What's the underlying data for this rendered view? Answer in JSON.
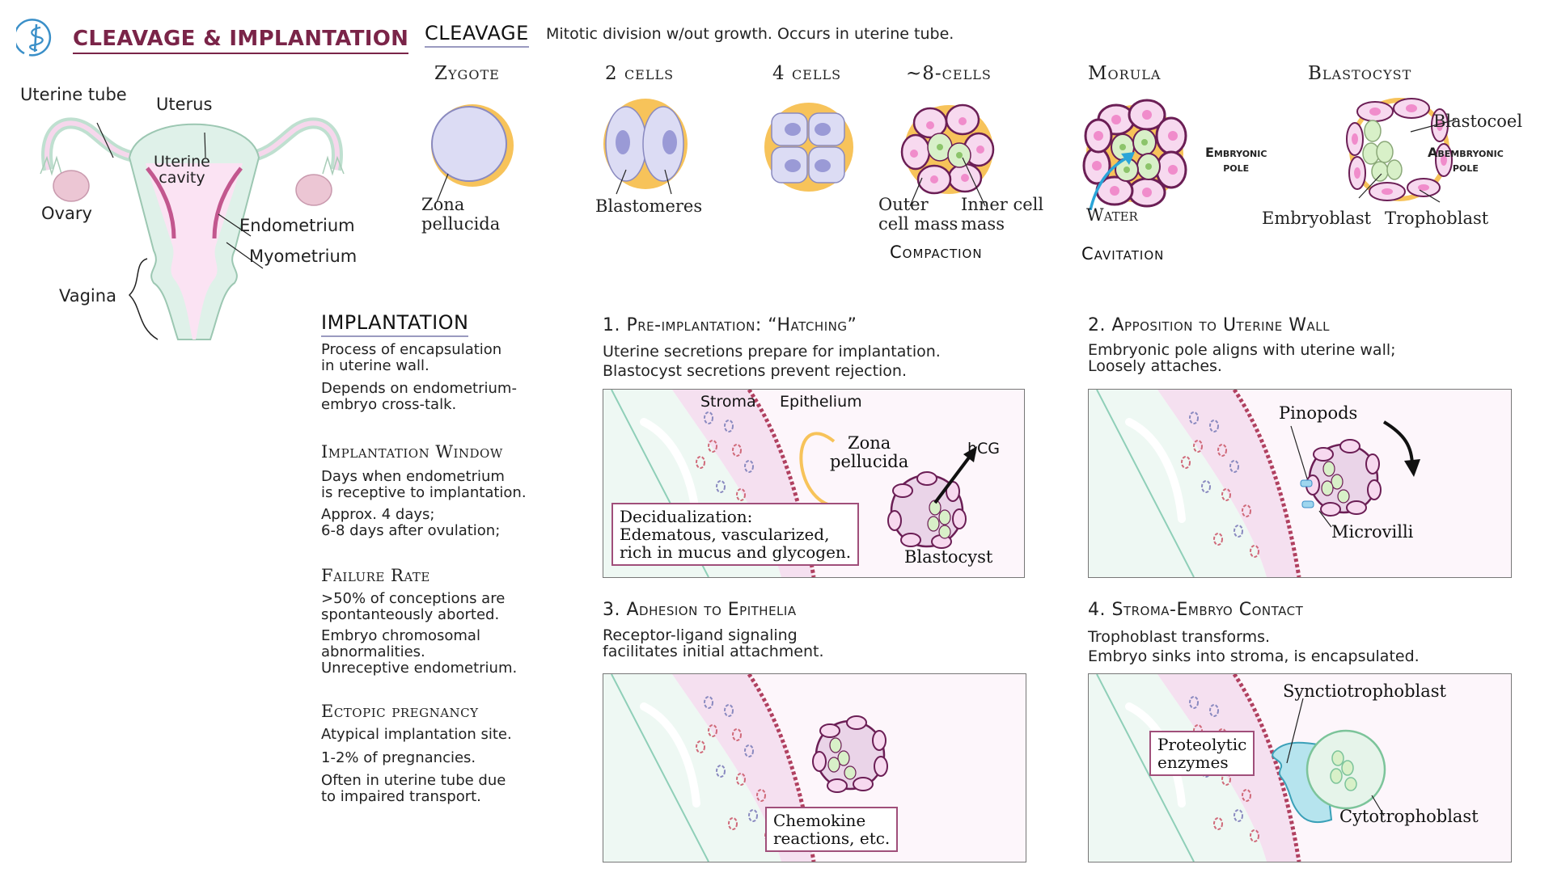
{
  "header": {
    "logo_icon": "caduceus-icon",
    "title": "CLEAVAGE & IMPLANTATION"
  },
  "anatomy": {
    "labels": {
      "uterine_tube": "Uterine tube",
      "uterus": "Uterus",
      "uterine_cavity": "Uterine\ncavity",
      "ovary": "Ovary",
      "endometrium": "Endometrium",
      "myometrium": "Myometrium",
      "vagina": "Vagina"
    }
  },
  "cleavage": {
    "heading": "CLEAVAGE",
    "description": "Mitotic division w/out growth. Occurs in uterine tube.",
    "stages": [
      {
        "name": "Zygote",
        "labels": [
          "Zona\npellucida"
        ]
      },
      {
        "name": "2 cells",
        "labels": [
          "Blastomeres"
        ]
      },
      {
        "name": "4 cells",
        "labels": []
      },
      {
        "name": "~8-cells",
        "labels": [
          "Outer\ncell mass",
          "Inner cell\nmass"
        ],
        "process": "Compaction"
      },
      {
        "name": "Morula",
        "labels": [
          "Water"
        ],
        "process": "Cavitation"
      },
      {
        "name": "Blastocyst",
        "labels": [
          "Blastocoel",
          "Embryonic\npole",
          "Abembryonic\npole",
          "Embryoblast",
          "Trophoblast"
        ]
      }
    ]
  },
  "implantation": {
    "heading": "IMPLANTATION",
    "intro": [
      "Process of encapsulation\nin uterine wall.",
      "Depends on endometrium-\nembryo cross-talk."
    ],
    "sections": [
      {
        "heading": "Implantation Window",
        "paragraphs": [
          "Days when endometrium\nis receptive to implantation.",
          "Approx. 4 days;\n6-8 days after ovulation;"
        ]
      },
      {
        "heading": "Failure Rate",
        "paragraphs": [
          ">50% of conceptions are\nspontanteously aborted.",
          "Embryo chromosomal\nabnormalities.\nUnreceptive endometrium."
        ]
      },
      {
        "heading": "Ectopic pregnancy",
        "paragraphs": [
          "Atypical implantation site.",
          "1-2% of pregnancies.",
          "Often in uterine tube due\nto impaired transport."
        ]
      }
    ],
    "steps": [
      {
        "title": "1. Pre-implantation: “Hatching”",
        "description": "Uterine secretions prepare for implantation.\nBlastocyst secretions prevent rejection.",
        "labels": {
          "stroma": "Stroma",
          "epithelium": "Epithelium",
          "zona": "Zona\npellucida",
          "hcg": "hCG",
          "blastocyst": "Blastocyst"
        },
        "callout": "Decidualization:\nEdematous, vascularized,\nrich in mucus and glycogen."
      },
      {
        "title": "2. Apposition to Uterine Wall",
        "description": "Embryonic pole aligns with uterine wall;\nLoosely attaches.",
        "labels": {
          "pinopods": "Pinopods",
          "microvilli": "Microvilli"
        }
      },
      {
        "title": "3. Adhesion to Epithelia",
        "description": "Receptor-ligand signaling\nfacilitates initial attachment.",
        "callout": "Chemokine\nreactions, etc."
      },
      {
        "title": "4. Stroma-Embryo Contact",
        "description": "Trophoblast transforms.\nEmbryo sinks into stroma, is encapsulated.",
        "labels": {
          "synctio": "Synctiotrophoblast",
          "cyto": "Cytotrophoblast"
        },
        "callout": "Proteolytic\nenzymes"
      }
    ]
  },
  "colors": {
    "title": "#7a2448",
    "zona": "#f7c35a",
    "trophoblast_fill": "#f7d9ef",
    "trophoblast_stroke": "#6b1e55",
    "embryoblast": "#d8f0c8",
    "cell_blue": "#dcdcf4",
    "nucleus_blue": "#9a9ad6",
    "epithelium": "#b04060",
    "water_arrow": "#2aa5d8"
  }
}
